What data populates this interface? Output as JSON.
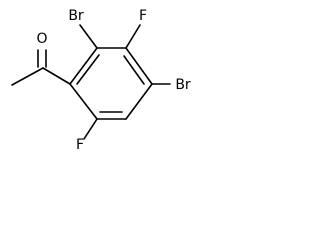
{
  "molecule": {
    "colors": {
      "bond": "#000000",
      "label": "#000000",
      "background": "#ffffff"
    },
    "atoms": {
      "o_label": "O",
      "br1_label": "Br",
      "f1_label": "F",
      "br2_label": "Br",
      "f2_label": "F"
    }
  }
}
